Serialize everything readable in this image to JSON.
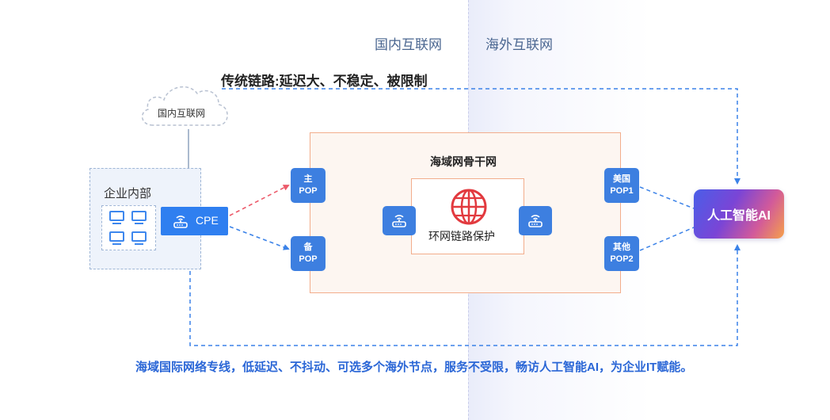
{
  "regions": {
    "domestic": "国内互联网",
    "overseas": "海外互联网"
  },
  "traditional": {
    "headline": "传统链路:延迟大、不稳定、被限制",
    "cloud_label": "国内互联网"
  },
  "enterprise": {
    "title": "企业内部",
    "cpe_label": "CPE"
  },
  "backbone": {
    "title": "海域网骨干网",
    "ring_label": "环网链路保护",
    "pops": {
      "main": {
        "line1": "主",
        "line2": "POP"
      },
      "backup": {
        "line1": "备",
        "line2": "POP"
      },
      "us": {
        "line1": "美国",
        "line2": "POP1"
      },
      "other": {
        "line1": "其他",
        "line2": "POP2"
      }
    }
  },
  "ai": {
    "label": "人工智能AI"
  },
  "bottom_text": "海域国际网络专线，低延迟、不抖动、可选多个海外节点，服务不受限，畅访人工智能AI，为企业IT赋能。",
  "colors": {
    "primary_blue": "#2f7ff0",
    "dashed_blue": "#3b82e8",
    "red_dash": "#ec5a6a",
    "orange_border": "#f2ad8c",
    "globe_red": "#e23a3f"
  },
  "icons": [
    "cloud-icon",
    "computer-icon",
    "router-icon",
    "globe-icon"
  ]
}
